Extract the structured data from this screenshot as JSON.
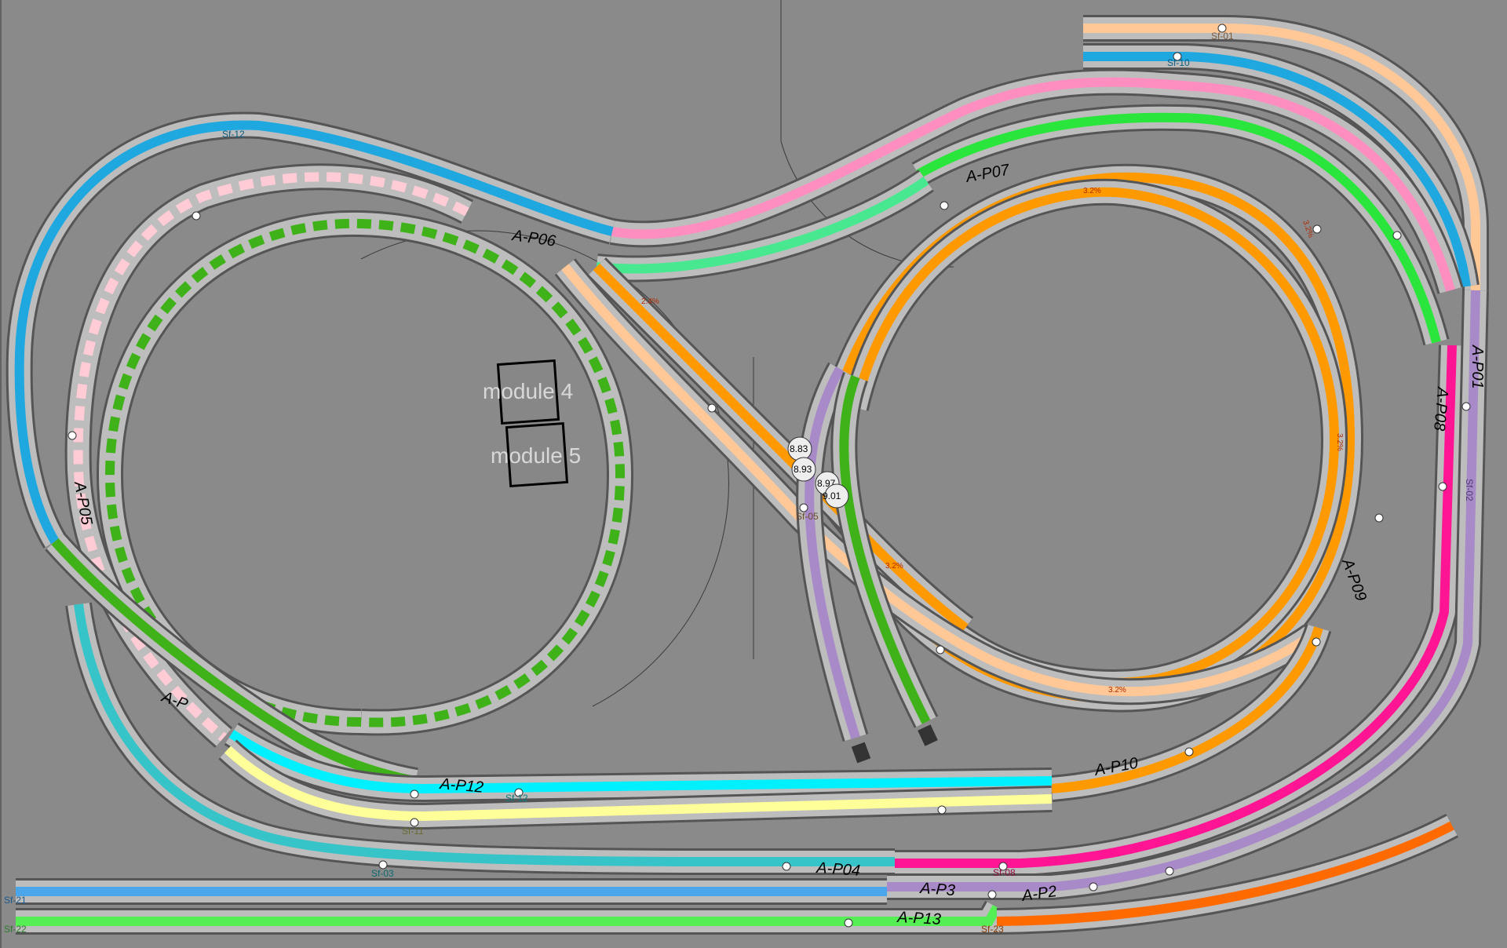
{
  "diagram": {
    "colors": {
      "background": "#8a8a8a",
      "track_bed": "#bdbdbd",
      "track_edge": "#555555"
    },
    "modules": [
      {
        "id": "module4",
        "label": "module 4"
      },
      {
        "id": "module5",
        "label": "module 5"
      }
    ],
    "points": [
      {
        "id": "ap01",
        "label": "A-P01"
      },
      {
        "id": "ap02",
        "label": "A-P2"
      },
      {
        "id": "ap03",
        "label": "A-P3"
      },
      {
        "id": "ap04",
        "label": "A-P04"
      },
      {
        "id": "ap05",
        "label": "A-P05"
      },
      {
        "id": "ap06",
        "label": "A-P06"
      },
      {
        "id": "ap07",
        "label": "A-P07"
      },
      {
        "id": "ap08",
        "label": "A-P08"
      },
      {
        "id": "ap09",
        "label": "A-P09"
      },
      {
        "id": "ap10",
        "label": "A-P10"
      },
      {
        "id": "ap11",
        "label": "A-P"
      },
      {
        "id": "ap12",
        "label": "A-P12"
      },
      {
        "id": "ap13",
        "label": "A-P13"
      }
    ],
    "sections": [
      {
        "id": "sf01",
        "label": "Sf-01"
      },
      {
        "id": "sf10",
        "label": "Sf-10"
      },
      {
        "id": "sf12",
        "label": "Sf-12"
      },
      {
        "id": "sf12b",
        "label": "Sf-12"
      },
      {
        "id": "sf11",
        "label": "Sf-11"
      },
      {
        "id": "sf03",
        "label": "Sf-03"
      },
      {
        "id": "sf08",
        "label": "Sf-08"
      },
      {
        "id": "sf21",
        "label": "Sf-21"
      },
      {
        "id": "sf22",
        "label": "Sf-22"
      },
      {
        "id": "sf23",
        "label": "Sf-23"
      },
      {
        "id": "sf02",
        "label": "Sf-02"
      },
      {
        "id": "sf05",
        "label": "Sf-05"
      }
    ],
    "heights": [
      "8.83",
      "8.93",
      "8.97",
      "9.01"
    ],
    "grades": [
      "3.2%",
      "2.4%",
      "3.2%",
      "3.2%",
      "3.2%",
      "3.2%"
    ],
    "track_colors": {
      "peach": "#ffc896",
      "blue": "#1fa8e0",
      "pink": "#ff8ec0",
      "green": "#2ae63c",
      "mint": "#47e890",
      "orange": "#ff9900",
      "magenta": "#ff1493",
      "purple": "#a98ac8",
      "lightpink": "#ffccd6",
      "darkgreen": "#3fb21a",
      "teal": "#36c4c8",
      "cyan": "#00f0ff",
      "yellow": "#ffff99",
      "skyblue": "#4aa6e8",
      "lime": "#55ee55",
      "redorange": "#ff6a00"
    }
  }
}
